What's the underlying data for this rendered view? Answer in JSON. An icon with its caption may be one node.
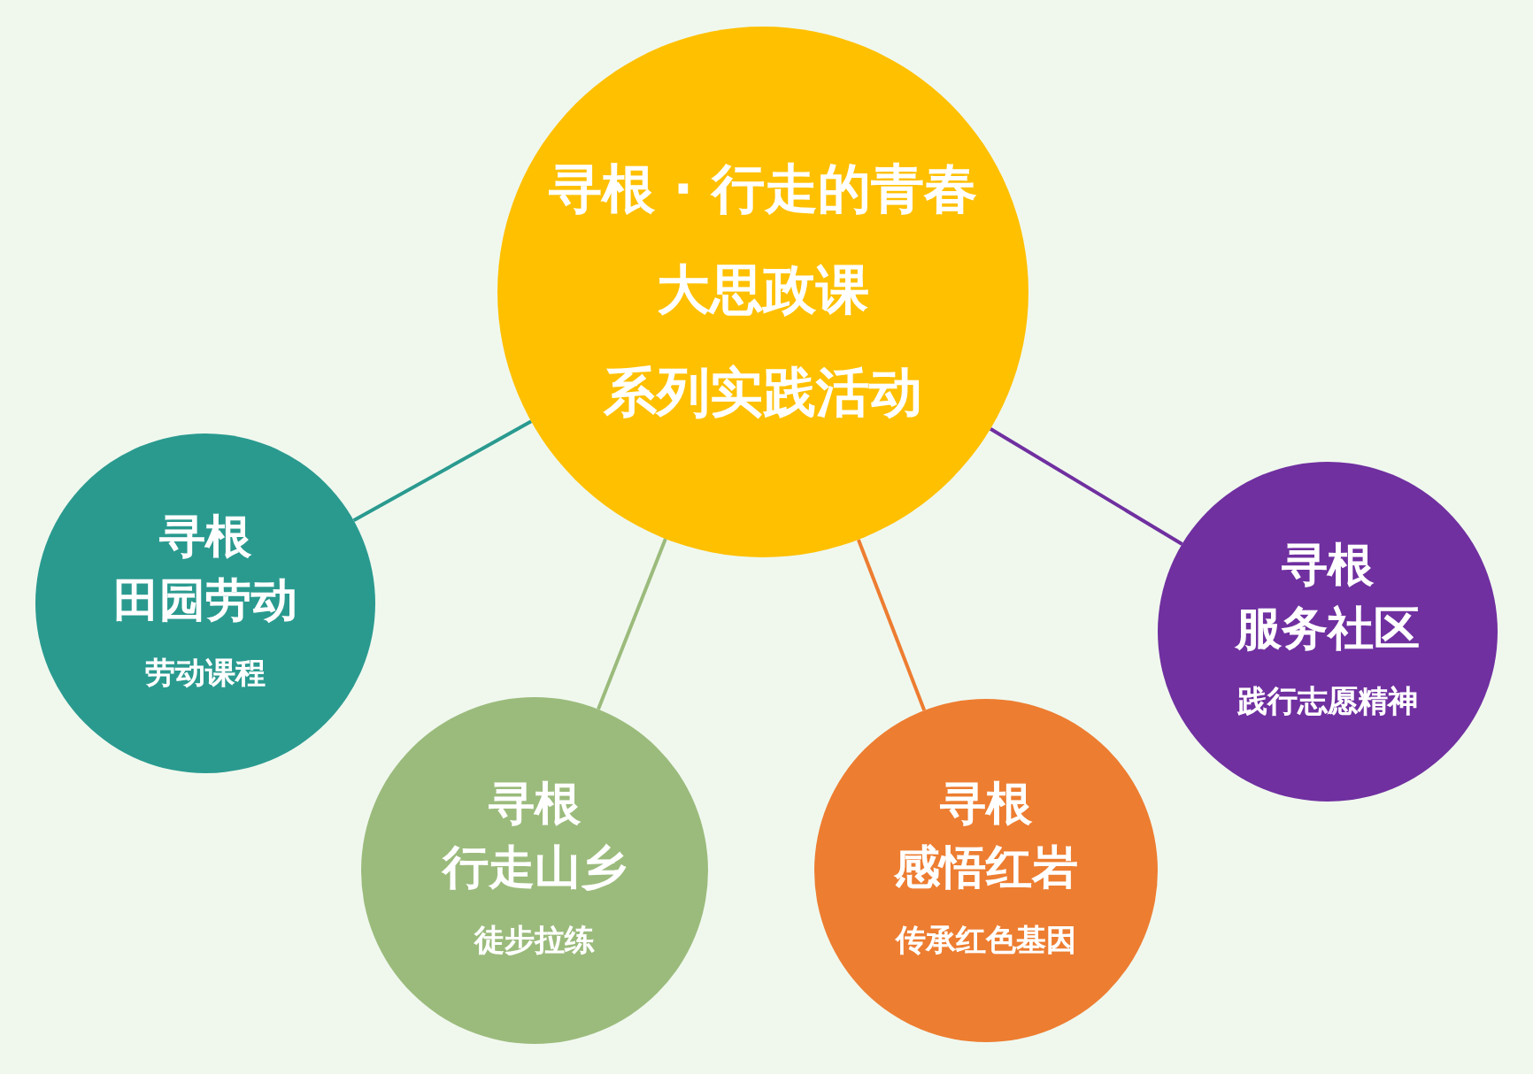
{
  "diagram": {
    "nodes": [
      {
        "text": [
          "寻根 · 行走的青春",
          "大思政课",
          "系列实践活动"
        ]
      },
      {
        "text": [
          "寻根",
          "田园劳动",
          "劳动课程"
        ]
      },
      {
        "text": [
          "寻根",
          "行走山乡",
          "徒步拉练"
        ]
      },
      {
        "text": [
          "寻根",
          "感悟红岩",
          "传承红色基因"
        ]
      },
      {
        "text": [
          "寻根",
          "服务社区",
          "践行志愿精神"
        ]
      }
    ],
    "edges": [
      {
        "from": 0,
        "to": 1,
        "arrow": "none",
        "color": "#2a9a8f"
      },
      {
        "from": 0,
        "to": 2,
        "arrow": "none",
        "color": "#9bbb7c"
      },
      {
        "from": 0,
        "to": 3,
        "arrow": "none",
        "color": "#ed7d31"
      },
      {
        "from": 0,
        "to": 4,
        "arrow": "none",
        "color": "#7030a0"
      }
    ]
  }
}
